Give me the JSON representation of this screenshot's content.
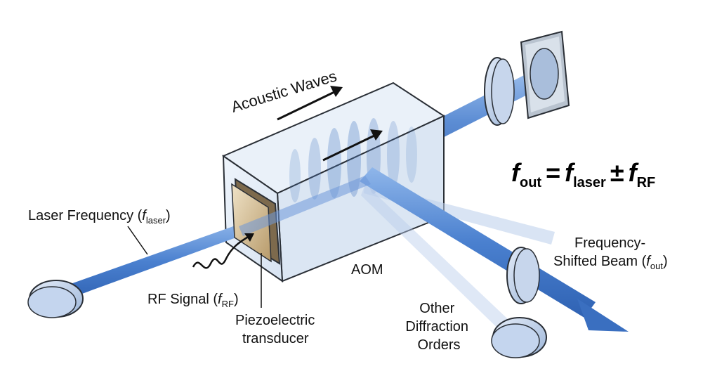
{
  "labels": {
    "acoustic_waves": "Acoustic Waves",
    "laser_frequency": "Laser Frequency (",
    "laser_frequency_symbol": "f",
    "laser_frequency_sub": "laser",
    "laser_frequency_close": ")",
    "rf_signal": "RF Signal (",
    "rf_signal_symbol": "f",
    "rf_signal_sub": "RF",
    "rf_signal_close": ")",
    "piezo_line1": "Piezoelectric",
    "piezo_line2": "transducer",
    "aom": "AOM",
    "shifted_line1": "Frequency-",
    "shifted_line2": "Shifted Beam (",
    "shifted_symbol": "f",
    "shifted_sub": "out",
    "shifted_close": ")",
    "other_line1": "Other",
    "other_line2": "Diffraction",
    "other_line3": "Orders"
  },
  "equation": {
    "lhs_symbol": "f",
    "lhs_sub": "out",
    "equals": "=",
    "rhs1_symbol": "f",
    "rhs1_sub": "laser",
    "plusminus": "±",
    "rhs2_symbol": "f",
    "rhs2_sub": "RF"
  },
  "colors": {
    "beam": "#5b8fd6",
    "beam_dark": "#3a6fc0",
    "crystal_fill": "#e6eef7",
    "transducer": "#c9b48f",
    "optic_fill": "#c8d8ee"
  }
}
